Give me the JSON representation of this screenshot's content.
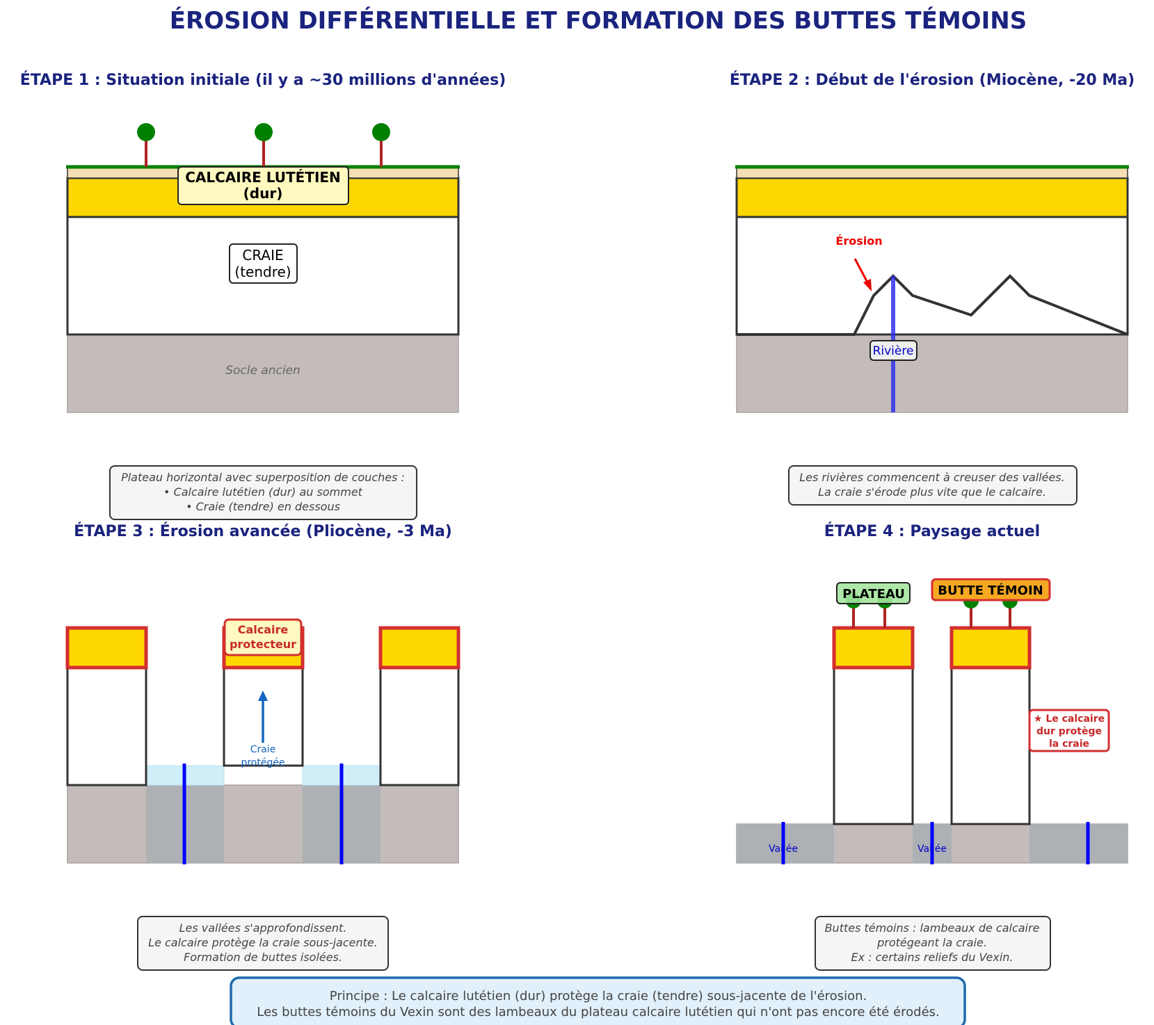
{
  "title": "ÉROSION DIFFÉRENTIELLE ET FORMATION DES BUTTES TÉMOINS",
  "colors": {
    "title": "#1a237e",
    "limestone": "#ffd700",
    "grass": "#008000",
    "trunk": "#b22222",
    "chalk": "#ffffff",
    "outline": "#333333",
    "basement": "#c4bcbb",
    "water": "#0000ff",
    "valley_fill": "#a9aeb3",
    "valley_water": "#cfeef7",
    "highlight": "#d32f2f",
    "erosion_arrow": "#ee0000",
    "protect_arrow": "#1565c0",
    "plateau_label": "#a5e6a0",
    "butte_label": "#f7a823",
    "note_bg": "#f5f5f5",
    "conclusion_bg": "#e1f0fa",
    "conclusion_border": "#1f6aae"
  },
  "step1": {
    "heading": "ÉTAPE 1 : Situation initiale (il y a ~30 millions d'années)",
    "limestone_label": [
      "CALCAIRE LUTÉTIEN",
      "(dur)"
    ],
    "chalk_label": [
      "CRAIE",
      "(tendre)"
    ],
    "basement_label": "Socle ancien",
    "note": [
      "Plateau horizontal avec superposition de couches :",
      "• Calcaire lutétien (dur) au sommet",
      "• Craie (tendre) en dessous"
    ]
  },
  "step2": {
    "heading": "ÉTAPE 2 : Début de l'érosion (Miocène, -20 Ma)",
    "erosion_label": "Érosion",
    "river_label": "Rivière",
    "note": [
      "Les rivières commencent à creuser des vallées.",
      "La craie s'érode plus vite que le calcaire."
    ]
  },
  "step3": {
    "heading": "ÉTAPE 3 : Érosion avancée (Pliocène, -3 Ma)",
    "protector_label": [
      "Calcaire",
      "protecteur"
    ],
    "protected_label": [
      "Craie",
      "protégée"
    ],
    "note": [
      "Les vallées s'approfondissent.",
      "Le calcaire protège la craie sous-jacente.",
      "Formation de buttes isolées."
    ]
  },
  "step4": {
    "heading": "ÉTAPE 4 : Paysage actuel",
    "plateau_label": "PLATEAU",
    "butte_label": "BUTTE TÉMOIN",
    "protect_note": [
      "★ Le calcaire",
      "dur protège",
      "la craie"
    ],
    "valley_label_1": "Vallée",
    "valley_label_2": "Vallée",
    "note": [
      "Buttes témoins : lambeaux de calcaire",
      "protégeant la craie.",
      "Ex : certains reliefs du Vexin."
    ]
  },
  "conclusion": [
    "Principe : Le calcaire lutétien (dur) protège la craie (tendre) sous-jacente de l'érosion.",
    "Les buttes témoins du Vexin sont des lambeaux du plateau calcaire lutétien qui n'ont pas encore été érodés."
  ]
}
